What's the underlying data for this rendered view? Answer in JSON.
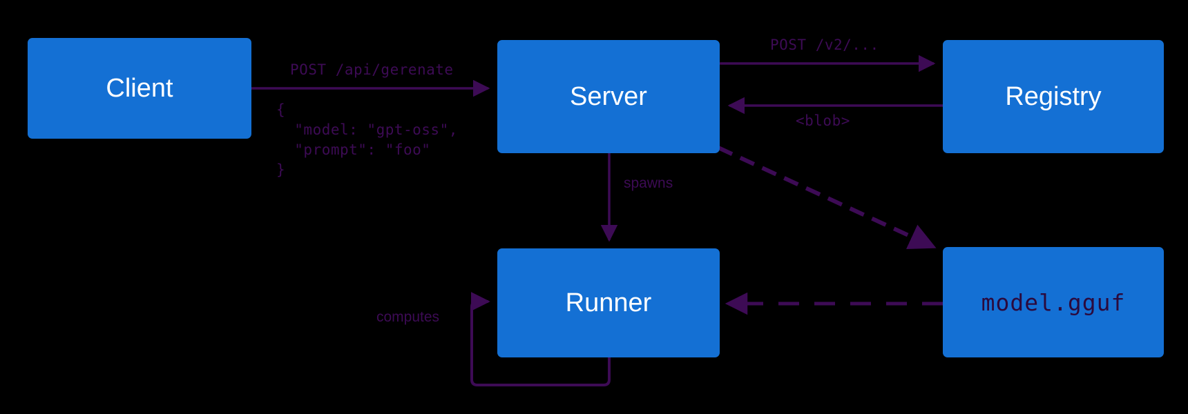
{
  "diagram": {
    "title": "Ollama request flow",
    "background_color": "#000000",
    "node_fill": "#1470d4",
    "node_text_color": "#ffffff",
    "edge_color": "#3d0b55",
    "mono_node_text_color": "#2b0a3d"
  },
  "nodes": [
    {
      "id": "client",
      "label": "Client",
      "style": "sans"
    },
    {
      "id": "server",
      "label": "Server",
      "style": "sans"
    },
    {
      "id": "registry",
      "label": "Registry",
      "style": "sans"
    },
    {
      "id": "runner",
      "label": "Runner",
      "style": "sans"
    },
    {
      "id": "model",
      "label": "model.gguf",
      "style": "mono"
    }
  ],
  "edges": [
    {
      "id": "client-to-server",
      "from": "client",
      "to": "server",
      "style": "solid",
      "label": "POST /api/gerenate",
      "label_font": "mono"
    },
    {
      "id": "client-to-server-body",
      "from": "client",
      "to": "server",
      "style": "none",
      "label": "{\n  \"model: \"gpt-oss\",\n  \"prompt\": \"foo\"\n}",
      "label_font": "mono"
    },
    {
      "id": "server-to-registry",
      "from": "server",
      "to": "registry",
      "style": "solid",
      "label": "POST /v2/...",
      "label_font": "mono"
    },
    {
      "id": "registry-to-server",
      "from": "registry",
      "to": "server",
      "style": "solid",
      "label": "<blob>",
      "label_font": "mono"
    },
    {
      "id": "server-to-runner",
      "from": "server",
      "to": "runner",
      "style": "solid",
      "label": "spawns",
      "label_font": "sans"
    },
    {
      "id": "server-to-model",
      "from": "server",
      "to": "model",
      "style": "dashed",
      "label": "",
      "label_font": "sans"
    },
    {
      "id": "model-to-runner",
      "from": "model",
      "to": "runner",
      "style": "dashed",
      "label": "",
      "label_font": "sans"
    },
    {
      "id": "runner-self-loop",
      "from": "runner",
      "to": "runner",
      "style": "solid",
      "label": "computes",
      "label_font": "sans"
    }
  ],
  "labels": {
    "client_server_request": "POST /api/gerenate",
    "client_server_body_line1": "{",
    "client_server_body_line2": "  \"model: \"gpt-oss\",",
    "client_server_body_line3": "  \"prompt\": \"foo\"",
    "client_server_body_line4": "}",
    "server_registry_request": "POST /v2/...",
    "registry_server_response": "<blob>",
    "server_runner": "spawns",
    "runner_self": "computes"
  }
}
